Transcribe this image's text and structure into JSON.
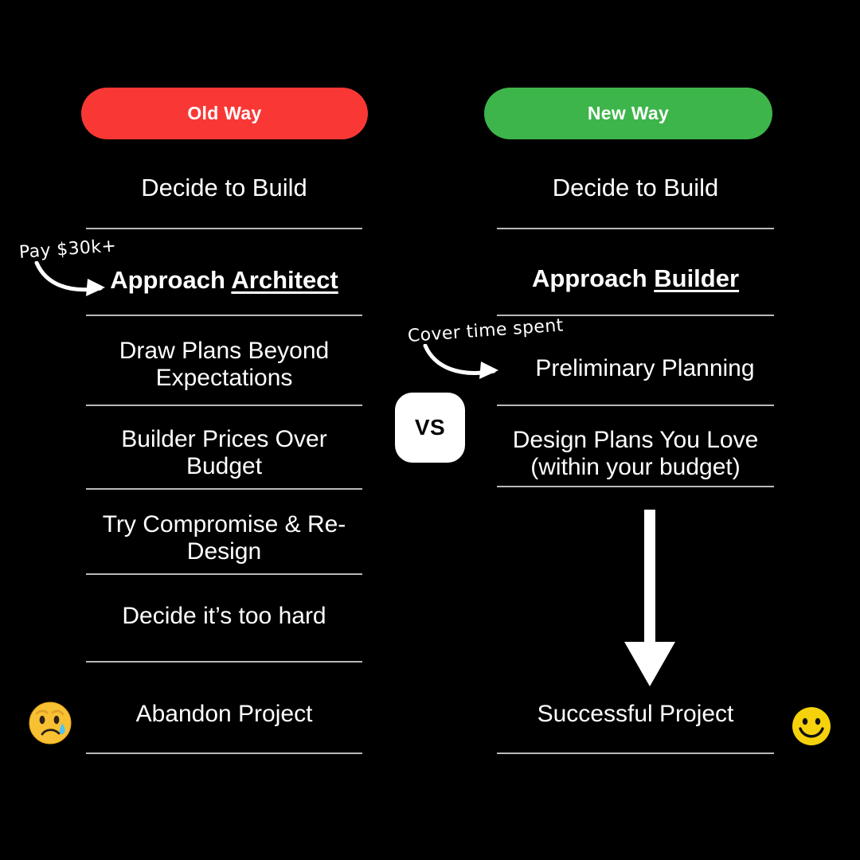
{
  "meta": {
    "background_color": "#000000",
    "accent_old": "#F93835",
    "accent_new": "#3DB54A",
    "divider_color": "#b9b9b9",
    "text_color": "#ffffff"
  },
  "center": {
    "vs_label": "VS"
  },
  "columns": [
    {
      "id": "old-way",
      "badge_label": "Old Way",
      "badge_color": "#F93835",
      "annotation": {
        "text": "Pay $30k+",
        "points_to": "Approach Architect"
      },
      "emoji": {
        "name": "crying-face-emoji",
        "glyph": "😢"
      },
      "steps": [
        {
          "text": "Decide to Build",
          "style": "regular"
        },
        {
          "text": "Approach ",
          "emphasis": "Architect",
          "style": "bold-underline"
        },
        {
          "text": "Draw Plans Beyond Expectations",
          "style": "regular"
        },
        {
          "text": "Builder Prices Over Budget",
          "style": "regular"
        },
        {
          "text": "Try Compromise & Re-Design",
          "style": "regular"
        },
        {
          "text": "Decide it’s too hard",
          "style": "regular"
        },
        {
          "text": "Abandon Project",
          "style": "regular"
        }
      ]
    },
    {
      "id": "new-way",
      "badge_label": "New Way",
      "badge_color": "#3DB54A",
      "annotation": {
        "text": "Cover time spent",
        "points_to": "Preliminary Planning"
      },
      "emoji": {
        "name": "smiling-face-emoji",
        "glyph": "🙂"
      },
      "steps": [
        {
          "text": "Decide to Build",
          "style": "regular"
        },
        {
          "text": "Approach ",
          "emphasis": "Builder",
          "style": "bold-underline"
        },
        {
          "text": "Preliminary Planning",
          "style": "regular"
        },
        {
          "text": "Design Plans You Love (within your budget)",
          "style": "regular"
        },
        {
          "text": "Successful Project",
          "style": "regular"
        }
      ]
    }
  ]
}
